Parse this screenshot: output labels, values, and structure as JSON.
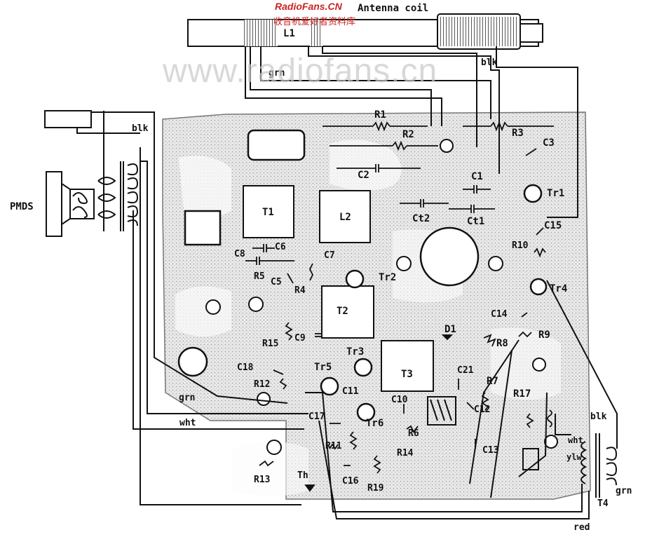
{
  "watermark": {
    "brand": "RadioFans.CN",
    "chinese": "收音机爱好者资料库",
    "url": "www.radiofans.cn",
    "brand_color": "#cc2222",
    "url_color": "#c8c8c8"
  },
  "labels": {
    "antenna_coil": "Antenna coil",
    "l1": "L1",
    "blk_top": "blk",
    "grn_top": "grn",
    "blk_spk": "blk",
    "pmds": "PMDS",
    "r1": "R1",
    "r2": "R2",
    "r3": "R3",
    "c3": "C3",
    "c2": "C2",
    "c1": "C1",
    "tr1": "Tr1",
    "ct2": "Ct2",
    "ct1": "Ct1",
    "c15": "C15",
    "t1": "T1",
    "l2": "L2",
    "c8": "C8",
    "c6": "C6",
    "c7": "C7",
    "r5": "R5",
    "c5": "C5",
    "r4": "R4",
    "tr2": "Tr2",
    "r10": "R10",
    "tr4": "Tr4",
    "t2": "T2",
    "c14": "C14",
    "c9": "C9",
    "d1": "D1",
    "r8": "R8",
    "r9": "R9",
    "r15": "R15",
    "tr3": "Tr3",
    "c18": "C18",
    "tr5": "Tr5",
    "t3": "T3",
    "c21": "C21",
    "r12": "R12",
    "c11": "C11",
    "r7": "R7",
    "grn_left": "grn",
    "c10": "C10",
    "r17": "R17",
    "c12": "C12",
    "wht_left": "wht",
    "c17": "C17",
    "tr6": "Tr6",
    "r6": "R6",
    "blk_right": "blk",
    "wht_t4": "wht",
    "ylw_t4": "ylw",
    "r11": "R11",
    "r14": "R14",
    "c13": "C13",
    "r13": "R13",
    "th": "Th",
    "c16": "C16",
    "r19": "R19",
    "grn_right": "grn",
    "t4": "T4",
    "red": "red"
  }
}
